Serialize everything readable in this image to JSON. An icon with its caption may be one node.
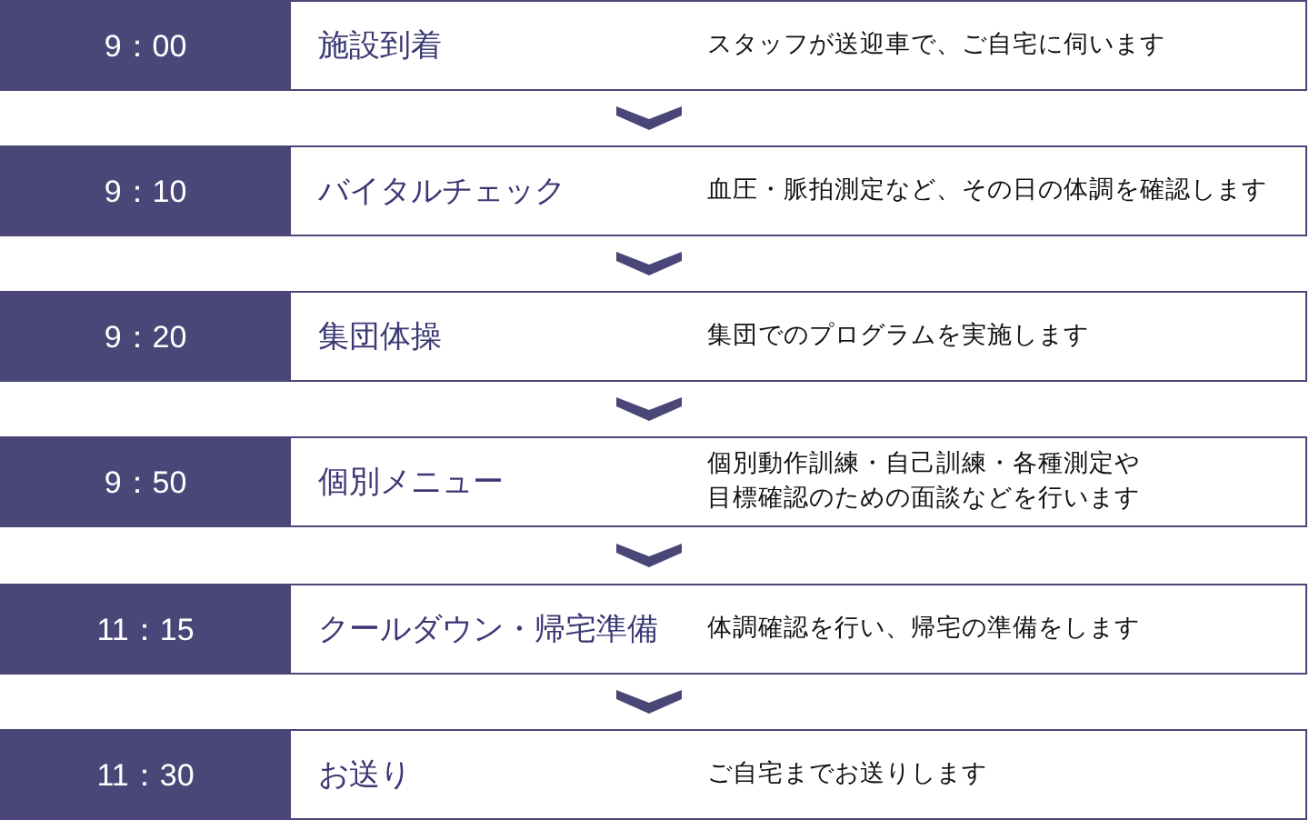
{
  "diagram": {
    "nodes": [
      {
        "text": [
          "施設到着",
          "スタッフが送迎車で、ご自宅に伺います"
        ]
      },
      {
        "text": [
          "9：00"
        ],
        "in": 0
      },
      {
        "text": [
          "バイタルチェック",
          "血圧・脈拍測定など、その日の体調を確認します"
        ]
      },
      {
        "text": [
          "9：10"
        ],
        "in": 2
      },
      {
        "text": [
          "集団体操",
          "集団でのプログラムを実施します"
        ]
      },
      {
        "text": [
          "9：20"
        ],
        "in": 4
      },
      {
        "text": [
          "個別メニュー",
          "個別動作訓練・自己訓練・各種測定や目標確認のための面談などを行います"
        ]
      },
      {
        "text": [
          "9：50"
        ],
        "in": 6
      },
      {
        "text": [
          "クールダウン・帰宅準備",
          "体調確認を行い、帰宅の準備をします"
        ]
      },
      {
        "text": [
          "11：15"
        ],
        "in": 8
      },
      {
        "text": [
          "お送り",
          "ご自宅までお送りします"
        ]
      },
      {
        "text": [
          "11：30"
        ],
        "in": 10
      }
    ],
    "edges": [
      {
        "from": 0,
        "to": 2,
        "arrow": "to"
      },
      {
        "from": 2,
        "to": 4,
        "arrow": "to"
      },
      {
        "from": 4,
        "to": 6,
        "arrow": "to"
      },
      {
        "from": 6,
        "to": 8,
        "arrow": "to"
      },
      {
        "from": 8,
        "to": 10,
        "arrow": "to"
      }
    ]
  }
}
